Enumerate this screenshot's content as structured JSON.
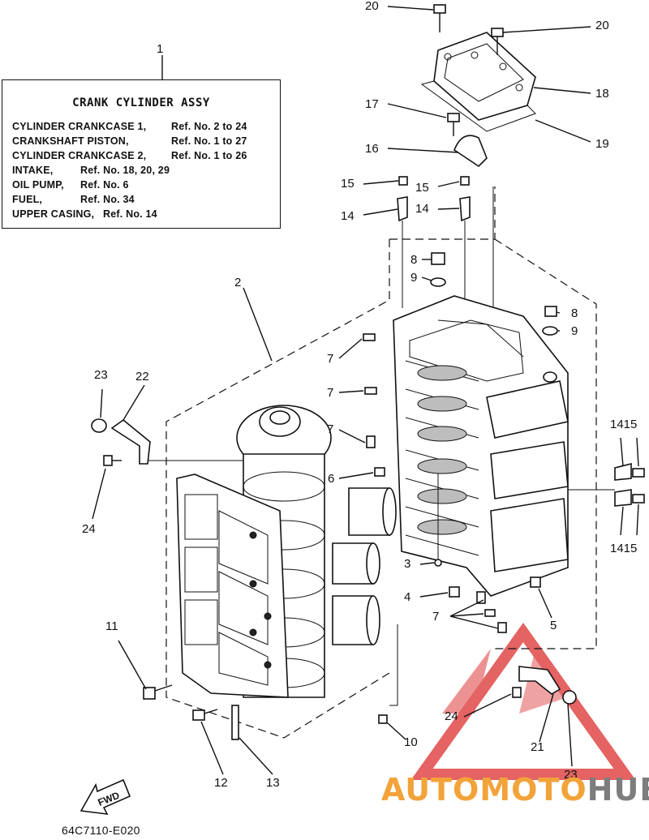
{
  "legend": {
    "ref_number": "1",
    "title": "CRANK CYLINDER ASSY",
    "rows": [
      {
        "name": "CYLINDER CRANKCASE 1,",
        "refs": "Ref. No. 2 to 24"
      },
      {
        "name": "CRANKSHAFT PISTON,",
        "refs": "Ref. No. 1 to 27"
      },
      {
        "name": "CYLINDER CRANKCASE 2,",
        "refs": "Ref. No. 1 to 26"
      },
      {
        "name": "INTAKE,",
        "refs": "Ref. No. 18, 20, 29"
      },
      {
        "name": "OIL PUMP,",
        "refs": "Ref. No. 6"
      },
      {
        "name": "FUEL,",
        "refs": "Ref. No. 34"
      },
      {
        "name": "UPPER CASING,",
        "refs": "Ref. No. 14"
      }
    ]
  },
  "callouts": {
    "c20a": "20",
    "c20b": "20",
    "c18": "18",
    "c19": "19",
    "c17": "17",
    "c16": "16",
    "c15a": "15",
    "c15b": "15",
    "c14a": "14",
    "c14b": "14",
    "c8a": "8",
    "c9a": "9",
    "c8b": "8",
    "c9b": "9",
    "c2": "2",
    "c7a": "7",
    "c7b": "7",
    "c7c": "7",
    "c7d": "7",
    "c6": "6",
    "c23a": "23",
    "c22": "22",
    "c24a": "24",
    "c1415a": "1415",
    "c1415b": "1415",
    "c3": "3",
    "c4": "4",
    "c5": "5",
    "c11": "11",
    "c12": "12",
    "c13": "13",
    "c10": "10",
    "c24b": "24",
    "c21": "21",
    "c23b": "23"
  },
  "fwd_label": "FWD",
  "drawing_code": "64C7110-E020",
  "watermark": {
    "part1": "AUTOMOTO",
    "part2": "HUB",
    "color1": "#f2a33a",
    "color2": "#7d7d7d",
    "logo_color": "#e04848"
  }
}
